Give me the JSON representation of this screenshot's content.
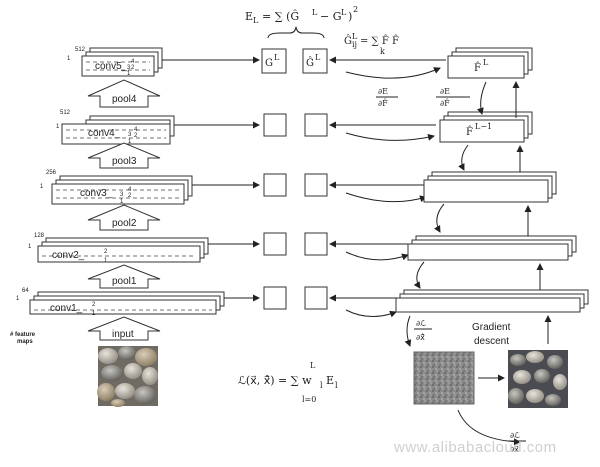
{
  "layers": [
    {
      "id": "conv5",
      "label": "conv5_",
      "sub_top": "4",
      "sub_mid": "3",
      "sub_bot": "2",
      "sub_last": "1",
      "maps": "512",
      "one": "1"
    },
    {
      "id": "conv4",
      "label": "conv4_",
      "sub_top": "4",
      "sub_mid": "3",
      "sub_bot": "2",
      "sub_last": "1",
      "maps": "512",
      "one": "1"
    },
    {
      "id": "conv3",
      "label": "conv3_",
      "sub_top": "4",
      "sub_mid": "3",
      "sub_bot": "2",
      "sub_last": "1",
      "maps": "256",
      "one": "1"
    },
    {
      "id": "conv2",
      "label": "conv2_",
      "sub_top": "2",
      "sub_bot": "1",
      "maps": "128",
      "one": "1"
    },
    {
      "id": "conv1",
      "label": "conv1_",
      "sub_top": "2",
      "sub_bot": "1",
      "maps": "64",
      "one": "1"
    }
  ],
  "pools": [
    "pool4",
    "pool3",
    "pool2",
    "pool1"
  ],
  "input_label": "input",
  "feature_maps_label_1": "# feature",
  "feature_maps_label_2": "maps",
  "gram": {
    "g": "G",
    "g_sup": "L",
    "ghat": "Ĝ",
    "ghat_sup": "L"
  },
  "equations": {
    "el_lhs": "E",
    "el_lhs_sub": "L",
    "el_eq": "= ∑ (Ĝ",
    "el_mid": "− G",
    "el_close": ")",
    "el_sq": "2",
    "gram_def": "Ĝ",
    "gram_def_rest": "= ∑  F̂    F̂",
    "gram_k": "k",
    "dE_num": "∂E",
    "dE_den": "∂F̂",
    "dE_num2": "∂E",
    "dE_den2": "∂F̂",
    "loss": "ℒ(x⃗, x̂⃗) = ∑ w",
    "loss_E": "E",
    "loss_sum_top": "L",
    "loss_sum_bot": "l=0",
    "dL_num": "∂ℒ",
    "dL_den": "∂x̂⃗",
    "dL2_num": "∂ℒ",
    "dL2_den": "∂x⃗"
  },
  "fhat": {
    "L": "F̂",
    "L_sup": "L",
    "Lm1": "F̂",
    "Lm1_sup": "L−1"
  },
  "gradient_label_1": "Gradient",
  "gradient_label_2": "descent",
  "watermark": "www.alibabacloud.com",
  "colors": {
    "line": "#222222",
    "box_stroke": "#333333",
    "watermark": "#cfcfcf"
  }
}
